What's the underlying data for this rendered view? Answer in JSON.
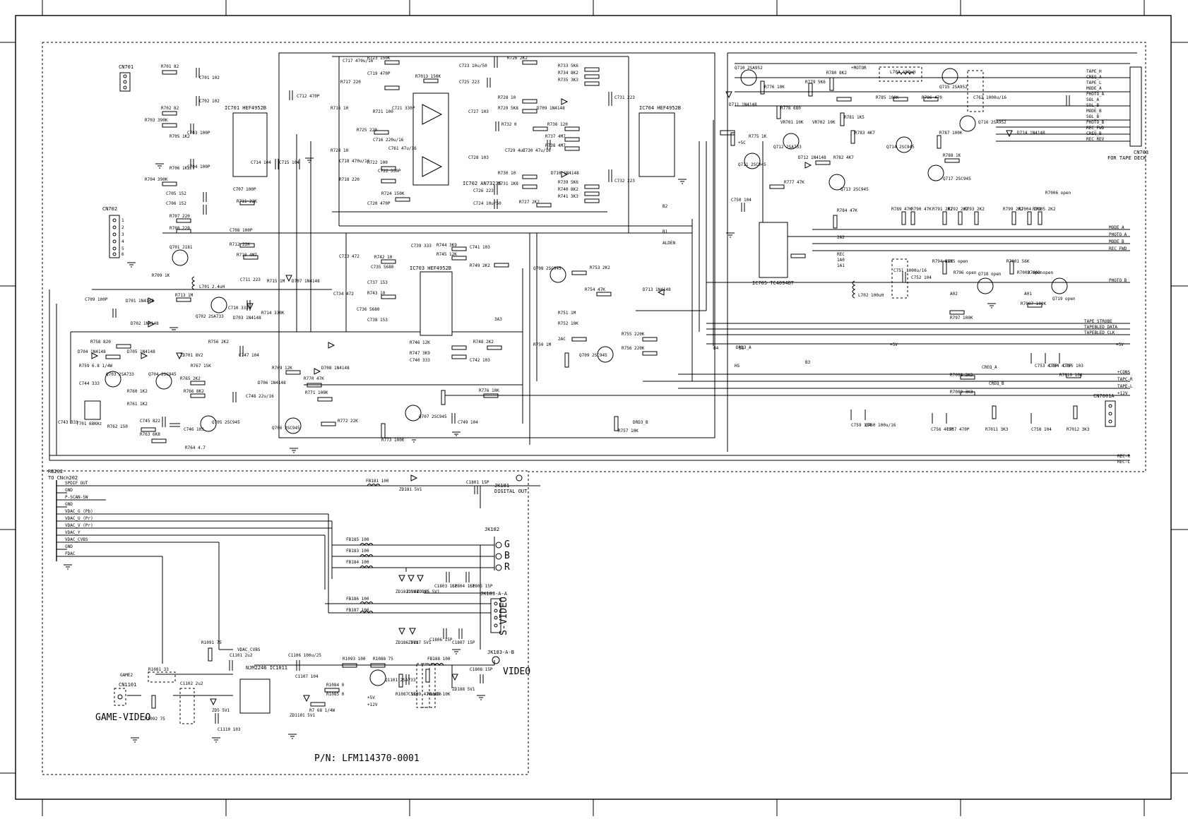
{
  "part_number": "P/N: LFM114370-0001",
  "labels": {
    "game_video": "GAME-VIDEO",
    "video": "VIDEO",
    "s_video": "S-VIDEO",
    "for_tape_deck": "FOR TAPE DECK",
    "to_cn": "TO CNcn202"
  },
  "connectors": {
    "cn701": "CN701",
    "cn702": "CN702",
    "cn703": "CN703",
    "cn7001a": "CN7001A",
    "cn1101": "CN1101",
    "rb202": "RB202",
    "jk181": "JK181",
    "jk182": "JK182",
    "jk183a": "JK183-A-A",
    "jk183b": "JK183-A-B"
  },
  "ics": {
    "ic701": "IC701 HEF4952B",
    "ic702": "IC702 AN7323S",
    "ic703": "IC703 HEF4952B",
    "ic704": "IC704 HEF4952B",
    "ic705": "IC705 TC4094BT",
    "ic1011": "NJM2246 IC1011"
  },
  "rgb": [
    "G",
    "B",
    "R"
  ],
  "cn702_pins": [
    "1",
    "2",
    "3",
    "4",
    "5",
    "6"
  ],
  "cn703_signals": [
    "TAPE_H",
    "CREQ_A",
    "TAPE_L",
    "MODE_A",
    "PHOTO_A",
    "SOL_A",
    "SOL_B",
    "MODE_B",
    "SOL_B",
    "PHOTO_B",
    "REC_FWD",
    "CREQ_B",
    "REC_REV"
  ],
  "right_signals": [
    "MODE_A",
    "PHOTO_A",
    "MODE_B",
    "REC_FWD",
    "PHOTO_B",
    "TAPE_STROBE",
    "TAPEBLED_DATA",
    "TAPEBLED_CLK",
    "+5V",
    "+CONS",
    "TAPC-R",
    "TAPE-L",
    "+12V",
    "REC-R",
    "REC-L"
  ],
  "rb202_pins": [
    "SPDIF OUT",
    "GND",
    "P-SCAN-SW",
    "GND",
    "VDAC_G (Pb)",
    "VDAC_U (Pr)",
    "VDAC_V (Pr)",
    "VDAC_Y",
    "VDAC_CVBS",
    "GND",
    "FDAC"
  ],
  "components": {
    "r701": "R701 82",
    "c701": "C701 102",
    "c702": "C702 102",
    "r702": "R702 82",
    "c712": "C712 470P",
    "r703": "R703 390K",
    "r705": "R705 1K2",
    "c703": "C703 100P",
    "r706": "R706 1K2",
    "c704": "C704 100P",
    "c714": "C714 104",
    "c715": "C715 104",
    "r704": "R704 390K",
    "c705": "C705 152",
    "c706": "C706 152",
    "c707": "C707 100P",
    "r711": "R711 22K",
    "r707": "R707 220",
    "r708": "R708 220",
    "c708": "C708 100P",
    "r712": "R712 22K",
    "r710": "R710 4M7",
    "q701": "Q701 J181",
    "r709": "R709 1K",
    "l701": "L701 2.4uH",
    "c709": "C709 100P",
    "d701": "D701 1N4148",
    "d702": "D702 1N4148",
    "r713": "R713 1M",
    "q702": "Q702 2SA733",
    "c710": "C710 333",
    "d703": "D703 1N4148",
    "r714": "R714 330K",
    "r715": "R715 1M",
    "c711": "C711 223",
    "d707": "D707 1N4148",
    "r758": "R758 820",
    "d704": "D704 1N4148",
    "d705": "D705 1N4148",
    "zd701": "ZD701 8V2",
    "r767": "R767 15K",
    "r756": "R756 2K2",
    "c747": "C747 104",
    "r759": "R759 6.8 1/4W",
    "q703": "Q703 2SA733",
    "q704": "Q704 2SC945",
    "r765": "R765 2K2",
    "r766": "R766 8K2",
    "c748": "C748 22u/16",
    "c744": "C744 333",
    "r760": "R760 1K2",
    "r761": "R761 1K2",
    "c743": "C743 333",
    "t701": "T701 68KHz",
    "c745": "C745 822",
    "q705": "Q705 2SC945",
    "r762": "R762 150",
    "r763": "R763 6K8",
    "c746": "C746 103",
    "r764": "R764 4.7",
    "r769": "R769 12K",
    "d708": "D708 1N4148",
    "d706": "D706 1N4148",
    "r770": "R770 47K",
    "r771": "R771 100K",
    "q706": "Q706 2SC945",
    "r772": "R772 22K",
    "c717": "C717 470u/16",
    "r723": "R723 150K",
    "c719": "C719 470P",
    "r717": "R717 220",
    "r7013": "R7013 150K",
    "c723": "C723 10u/50",
    "c725": "C725 223",
    "r726": "R726 2K2",
    "r733": "R733 5K6",
    "r734": "R734 8K2",
    "r735": "R735 3K3",
    "c721": "C721 330P",
    "r721": "R721 100",
    "c716": "C716 220u/16",
    "c761": "C761 47u/16",
    "r725": "R725 220",
    "r722": "R722 100",
    "c722": "C722 330P",
    "c718": "C718 470u/16",
    "r718": "R718 220",
    "c720": "C720 470P",
    "r724": "R724 150K",
    "r728": "R728 10",
    "r729": "R729 5K8",
    "d709": "D709 1N4148",
    "c727": "C727 103",
    "r732": "R732 0",
    "r736": "R736 120",
    "c729": "C729 4u7",
    "c730": "C730 47u/16",
    "r737": "R737 4M7",
    "r738": "R738 4M7",
    "c728": "C728 103",
    "r730": "R730 10",
    "d710": "D710 1N4148",
    "r731": "R731 1K8",
    "c726": "C726 223",
    "c724": "C724 10u/50",
    "r727": "R727 2K2",
    "r739": "R739 5K6",
    "r740": "R740 8K2",
    "r741": "R741 3K3",
    "c731": "C731 223",
    "c732": "C732 223",
    "r716": "R716 10",
    "r720": "R720 10",
    "c739": "C739 333",
    "r744": "R744 3K9",
    "c741": "C741 103",
    "r745": "R745 12K",
    "r749": "R749 2K2",
    "c733": "C733 472",
    "c734": "C734 472",
    "r742": "R742 10",
    "c735": "C735 5680",
    "c737": "C737 153",
    "r743": "R743 10",
    "c736": "C736 5680",
    "c738": "C738 153",
    "r746": "R746 12K",
    "r748": "R748 2K2",
    "r747": "R747 3K9",
    "c740": "C740 333",
    "c742": "C742 103",
    "q708": "Q708 2SC945",
    "r753": "R753 2K2",
    "r754": "R754 47K",
    "d713": "D713 1N4148",
    "r751": "R751 1M",
    "r752": "R752 10K",
    "r755": "R755 220K",
    "r750": "R750 1M",
    "q709": "Q709 2SC945",
    "r756b": "R756 220K",
    "q707": "Q707 2SC945",
    "r776": "R776 10K",
    "r773": "R773 100K",
    "c749": "C749 104",
    "r757": "R757 10K",
    "q710": "Q710 2SA952",
    "d711": "D711 1N4148",
    "r775": "R775 1K",
    "r776b": "R776 10K",
    "r778": "R778 680",
    "vr701": "VR701 10K",
    "r779": "R779 5K6",
    "r780": "R780 8K2",
    "vr702": "VR702 10K",
    "r781": "R781 1K5",
    "q711": "Q711 2SC945",
    "q712": "Q712 2SA733",
    "d712": "D712 1N4148",
    "r782": "R782 4K7",
    "r783": "R783 4K7",
    "q713": "Q713 2SC945",
    "r777": "R777 47K",
    "r784": "R784 47K",
    "l703": "L703 100uH",
    "q715": "Q715 2SA952",
    "r785": "R785 100K",
    "r786": "R786 470",
    "c762": "C762 1000u/16",
    "q716": "Q716 2SA952",
    "q714": "Q714 2SC945",
    "r787": "R787 100K",
    "d714": "D714 1N4148",
    "r788": "R788 1K",
    "q717": "Q717 2SC945",
    "c750": "C750 104",
    "l702": "L702 100uH",
    "c751": "C751 1000u/16",
    "c752": "C752 104",
    "r789": "R789 47K",
    "r790": "R790 47K",
    "r791": "R791 2K2",
    "r792": "R792 2K2",
    "r793": "R793 2K2",
    "r799": "R799 2K2",
    "r7004": "R7004 2K2",
    "r7005": "R7005 2K2",
    "r7006": "R7006 open",
    "r794": "R794 56K",
    "r795": "R795 open",
    "r796": "R796 open",
    "q718": "Q718 open",
    "r797": "R797 100K",
    "r7001": "R7001 56K",
    "r7002": "R7002 open",
    "r7003": "R7003 open",
    "r7007": "R7007 100K",
    "q719": "Q719 open",
    "c753": "C753 470P",
    "c754": "C754 470P",
    "c755": "C755 103",
    "r7008": "R7008 3K3",
    "r7009": "R7009 3K3",
    "r7010": "R7010 10K",
    "c759": "C759 104",
    "c760": "C760 100u/16",
    "c756": "C756 470P",
    "c757": "C757 470P",
    "r7011": "R7011 3K3",
    "c758": "C758 104",
    "r7012": "R7012 3K3",
    "fb181": "FB181 100",
    "zd181": "ZD181 5V1",
    "c1801": "C1801 15P",
    "digital_out": "DIGITAL OUT",
    "fb185": "FB185 100",
    "fb183": "FB183 100",
    "fb184": "FB184 100",
    "zd183": "ZD183 5V1",
    "zd184": "ZD184 5V1",
    "zd185": "ZD185 5V1",
    "c1803": "C1803 15P",
    "c1804": "C1804 15P",
    "c1805": "C1805 15P",
    "fb186": "FB186 100",
    "fb187": "FB187 100",
    "zd186": "ZD186 5V1",
    "zd187": "ZD187 5V1",
    "c1806": "C1806 15P",
    "c1807": "C1807 15P",
    "r1091": "R1091 75",
    "c1101": "C1101 2u2",
    "c1106": "C1106 100u/25",
    "r1093": "R1093 100",
    "r1088": "R1088 75",
    "fb188": "FB188 100",
    "zd188": "ZD188 5V1",
    "c1808": "C1808 15P",
    "r1081": "R1081 33",
    "c1102": "C1102 2u2",
    "zd5": "ZD5 5V1",
    "c1110": "C1110 103",
    "r1092": "R1092 75",
    "c1107": "C1107 104",
    "r1084": "R1084 0",
    "r1085": "R1085 0",
    "q1101": "Q1101 2SA733",
    "r1087": "R1087 5K6",
    "c1109": "C1109 470u/16",
    "r1089": "R1089 10K",
    "zd1101": "ZD1101 5V1",
    "r7": "R7 68 1/4W",
    "game2": "GAME2",
    "vdac_cvbs": "VDAC_CVBS"
  },
  "nets": {
    "p5v": "+5V",
    "p12v": "+12V",
    "p5c": "+5C",
    "motor": "+MOTOR",
    "b1": "B1",
    "b2": "B2",
    "b3": "B3",
    "b4": "B4",
    "aldein": "ALDEN",
    "a1": "1A1",
    "a2": "2A2",
    "a3": "3A3",
    "ac": "2AC",
    "rec": "REC",
    "a0": "1A0",
    "creq_a": "CREQ_A",
    "creq_b": "CREQ_B",
    "a02": "A02",
    "a01": "A01",
    "hs": "HS",
    "ss": "SS",
    "d0": "DRD3_B",
    "d1": "DRD3_A"
  }
}
